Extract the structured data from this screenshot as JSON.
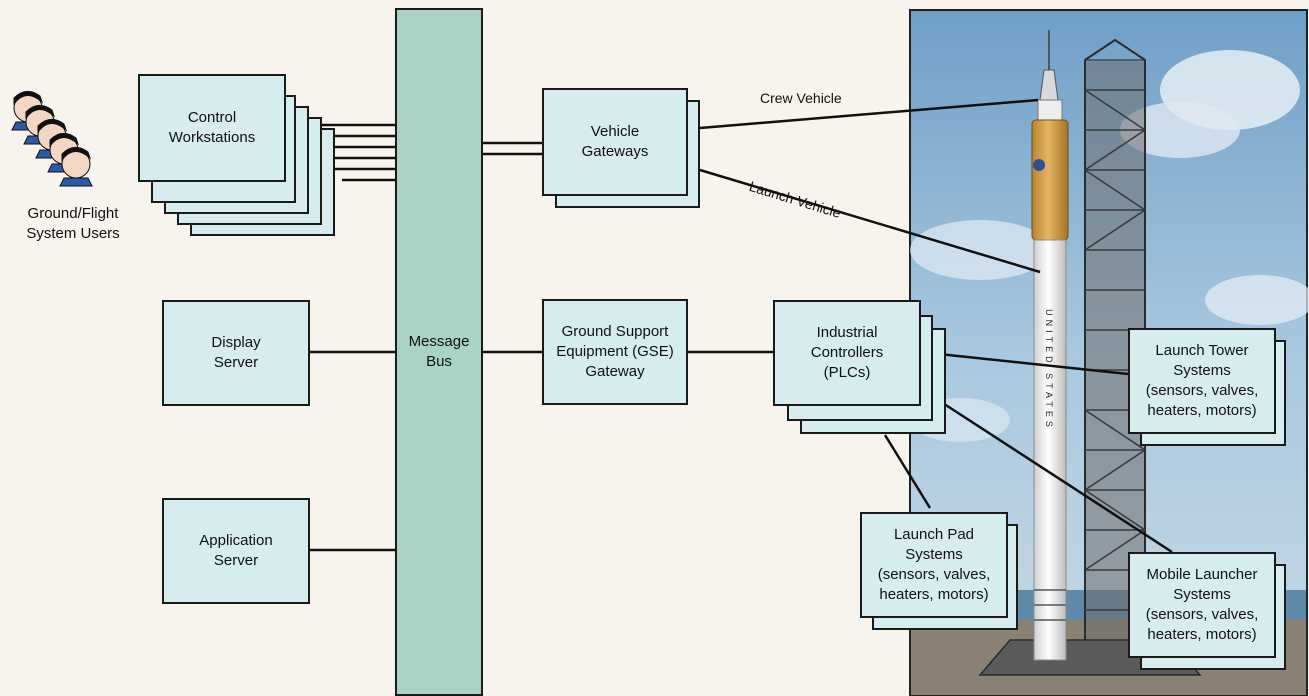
{
  "users": {
    "label": "Ground/Flight\nSystem Users"
  },
  "boxes": {
    "control_workstations": "Control\nWorkstations",
    "display_server": "Display\nServer",
    "application_server": "Application\nServer",
    "message_bus": "Message\nBus",
    "vehicle_gateways": "Vehicle\nGateways",
    "gse_gateway": "Ground Support\nEquipment (GSE)\nGateway",
    "industrial_controllers": "Industrial\nControllers\n(PLCs)",
    "launch_tower": "Launch Tower\nSystems\n(sensors, valves,\nheaters, motors)",
    "launch_pad": "Launch Pad\nSystems\n(sensors, valves,\nheaters, motors)",
    "mobile_launcher": "Mobile Launcher\nSystems\n(sensors, valves,\nheaters, motors)"
  },
  "links": {
    "crew_vehicle": "Crew Vehicle",
    "launch_vehicle": "Launch Vehicle"
  },
  "rocket_text": "UNITED STATES",
  "colors": {
    "box_fill": "#d6ecef",
    "bus_fill": "#a9d4c4",
    "sky": "#8fb9d6",
    "rocket_band": "#c9973e"
  }
}
